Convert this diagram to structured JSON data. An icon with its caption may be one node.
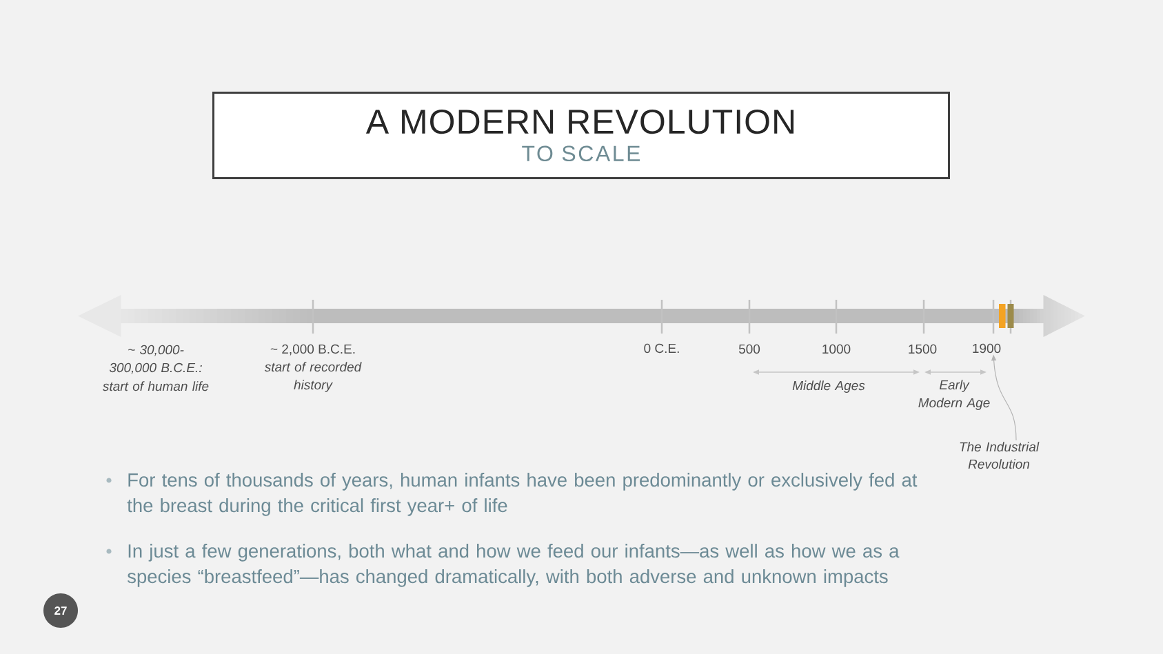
{
  "diagram": {
    "nodes": [
      {
        "text": [
          "A MODERN REVOLUTION",
          "TO SCALE"
        ]
      },
      {
        "text": [
          "1900"
        ]
      },
      {
        "text": [
          "The Industrial Revolution"
        ]
      },
      {
        "text": [
          "27"
        ]
      }
    ],
    "edges": [
      {
        "from": 2,
        "to": 1,
        "arrow": "to"
      }
    ],
    "labels": [
      "~ 30,000-300,000 B.C.E.:",
      "start of human life",
      "~ 2,000 B.C.E.",
      "start of recorded history",
      "0 C.E.",
      "500",
      "1000",
      "1500",
      "Middle Ages",
      "Early Modern Age",
      "For tens of thousands of years, human infants have been predominantly or exclusively fed at the breast during the critical first year+ of life",
      "In just a few generations, both what and how we feed our infants—as well as how we as a species “breastfeed”—has changed dramatically, with both adverse and unknown impacts"
    ]
  }
}
